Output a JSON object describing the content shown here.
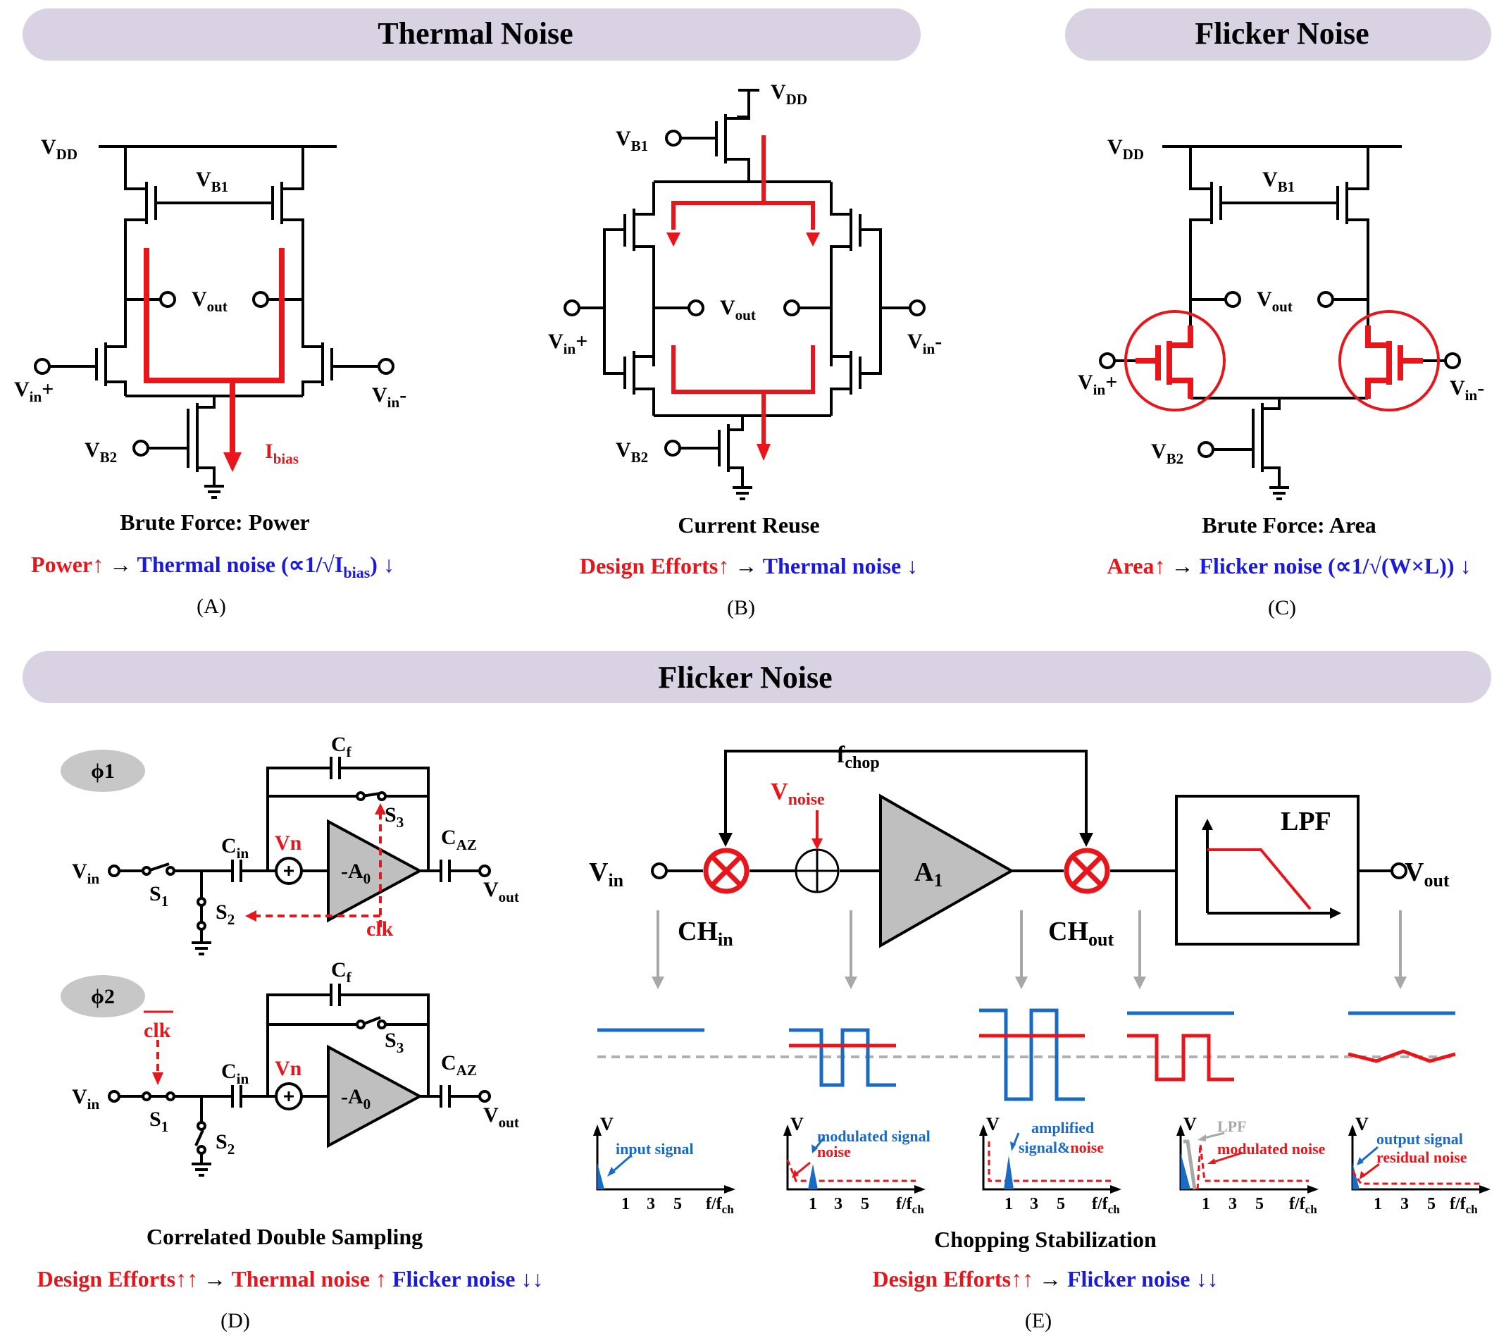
{
  "sections": {
    "thermal_banner": "Thermal Noise",
    "flicker_banner_top": "Flicker Noise",
    "flicker_banner_bottom": "Flicker Noise"
  },
  "panel_a": {
    "vdd": "V",
    "vdd_sub": "DD",
    "vb1": "V",
    "vb1_sub": "B1",
    "vb2": "V",
    "vb2_sub": "B2",
    "vout": "V",
    "vout_sub": "out",
    "vinp": "V",
    "vinp_sub": "in",
    "vinp_sign": "+",
    "vinm": "V",
    "vinm_sub": "in",
    "vinm_sign": "-",
    "ibias": "I",
    "ibias_sub": "bias",
    "caption": "Brute Force: Power",
    "tradeoff_red": "Power↑",
    "arrow": " → ",
    "tradeoff_blue": "Thermal noise (∝1/√I",
    "tradeoff_blue_sub": "bias",
    "tradeoff_blue_end": ") ↓",
    "label": "(A)"
  },
  "panel_b": {
    "vdd": "V",
    "vdd_sub": "DD",
    "vb1": "V",
    "vb1_sub": "B1",
    "vb2": "V",
    "vb2_sub": "B2",
    "vout": "V",
    "vout_sub": "out",
    "vinp": "V",
    "vinp_sub": "in",
    "vinp_sign": "+",
    "vinm": "V",
    "vinm_sub": "in",
    "vinm_sign": "-",
    "caption": "Current Reuse",
    "tradeoff_red": "Design Efforts↑",
    "arrow": " → ",
    "tradeoff_blue": "Thermal noise ↓",
    "label": "(B)"
  },
  "panel_c": {
    "vdd": "V",
    "vdd_sub": "DD",
    "vb1": "V",
    "vb1_sub": "B1",
    "vb2": "V",
    "vb2_sub": "B2",
    "vout": "V",
    "vout_sub": "out",
    "vinp": "V",
    "vinp_sub": "in",
    "vinp_sign": "+",
    "vinm": "V",
    "vinm_sub": "in",
    "vinm_sign": "-",
    "caption": "Brute Force: Area",
    "tradeoff_red": "Area↑",
    "arrow": " → ",
    "tradeoff_blue": "Flicker noise (∝1/√(W×L)) ↓",
    "label": "(C)"
  },
  "panel_d": {
    "phase1": "ϕ1",
    "phase2": "ϕ2",
    "cf": "C",
    "cf_sub": "f",
    "cin": "C",
    "cin_sub": "in",
    "caz": "C",
    "caz_sub": "AZ",
    "vn": "Vn",
    "amp": "-A",
    "amp_sub": "0",
    "vin": "V",
    "vin_sub": "in",
    "vout": "V",
    "vout_sub": "out",
    "s1": "S",
    "s1_sub": "1",
    "s2": "S",
    "s2_sub": "2",
    "s3": "S",
    "s3_sub": "3",
    "clk": "clk",
    "clkbar": "clk",
    "caption": "Correlated Double Sampling",
    "tradeoff_red": "Design Efforts↑↑",
    "arrow": " → ",
    "tradeoff_red2": "Thermal noise ↑",
    "tradeoff_blue": " Flicker noise ↓↓",
    "label": "(D)"
  },
  "panel_e": {
    "fchop": "f",
    "fchop_sub": "chop",
    "vnoise": "V",
    "vnoise_sub": "noise",
    "vin": "V",
    "vin_sub": "in",
    "vout": "V",
    "vout_sub": "out",
    "amp": "A",
    "amp_sub": "1",
    "chin": "CH",
    "chin_sub": "in",
    "chout": "CH",
    "chout_sub": "out",
    "lpf": "LPF",
    "spectra": [
      {
        "annot_blue": "input signal",
        "annot_red": "",
        "annot_gray": ""
      },
      {
        "annot_blue": "modulated signal",
        "annot_red": "noise",
        "annot_gray": ""
      },
      {
        "annot_blue": "amplified",
        "annot_blue2": "signal&",
        "annot_red": "noise",
        "annot_gray": ""
      },
      {
        "annot_blue": "",
        "annot_red": "modulated noise",
        "annot_gray": "LPF"
      },
      {
        "annot_blue": "output signal",
        "annot_red": "residual noise",
        "annot_gray": ""
      }
    ],
    "axis_v": "V",
    "axis_f": "f/f",
    "axis_f_sub": "ch",
    "ticks": [
      "1",
      "3",
      "5"
    ],
    "caption": "Chopping Stabilization",
    "tradeoff_red": "Design Efforts↑↑",
    "arrow": " → ",
    "tradeoff_blue": "Flicker noise ↓↓",
    "label": "(E)"
  },
  "colors": {
    "banner": "#d9d2e3",
    "red": "#e8161b",
    "blue": "#1a1adf",
    "wave_blue": "#1a6bc4",
    "gray": "#bdbdbd",
    "amp_fill": "#bfbfbf"
  }
}
